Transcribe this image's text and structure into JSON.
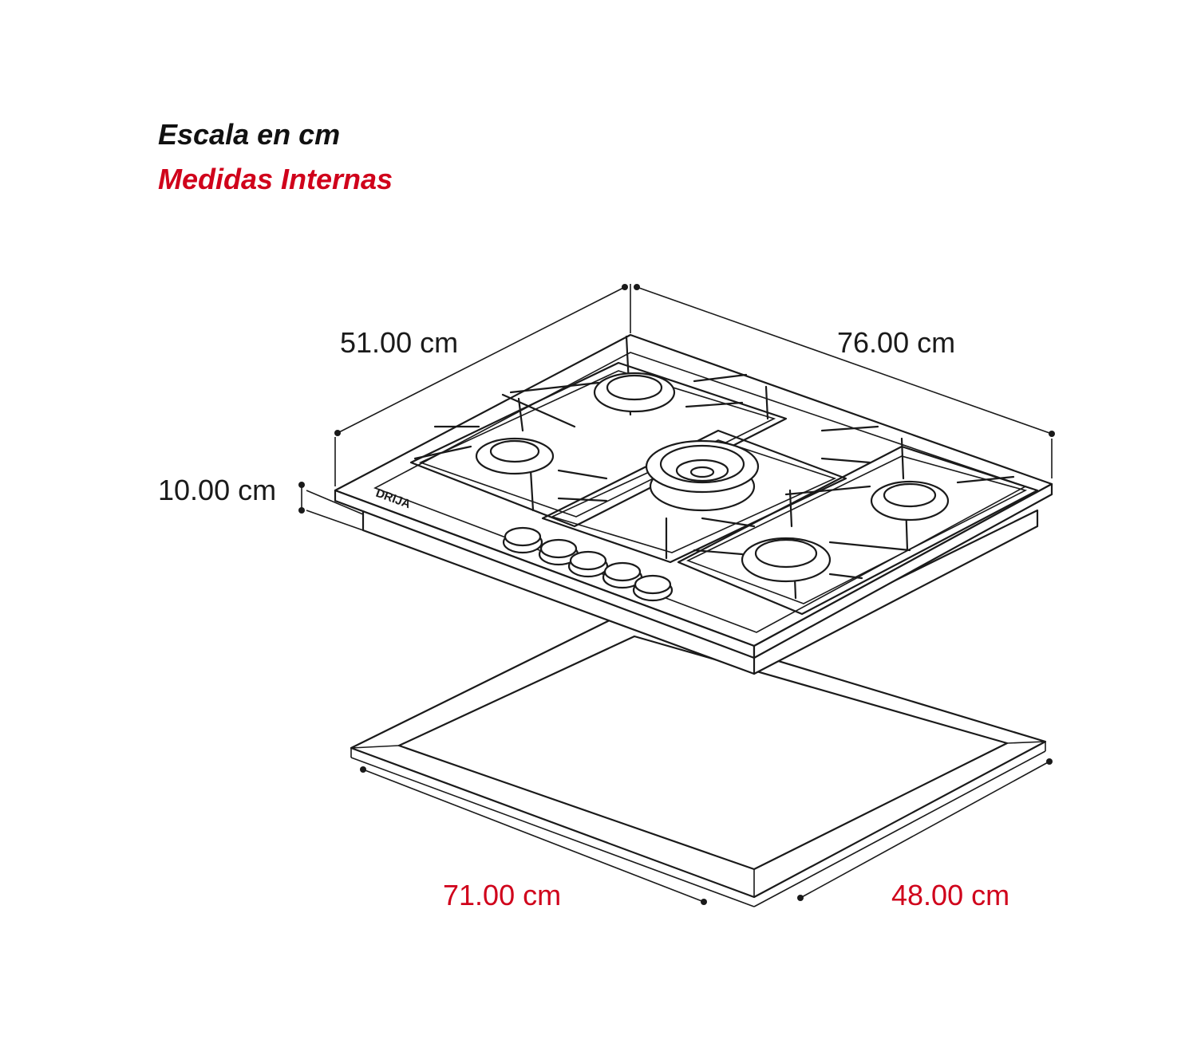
{
  "header": {
    "scale_note": "Escala en cm",
    "internal_note": "Medidas Internas"
  },
  "dimensions": {
    "depth": "51.00 cm",
    "width": "76.00 cm",
    "height": "10.00 cm",
    "cutout_width": "71.00 cm",
    "cutout_depth": "48.00 cm"
  },
  "brand": "DRIJA",
  "colors": {
    "text": "#1a1a1a",
    "accent_red": "#d0021b"
  }
}
